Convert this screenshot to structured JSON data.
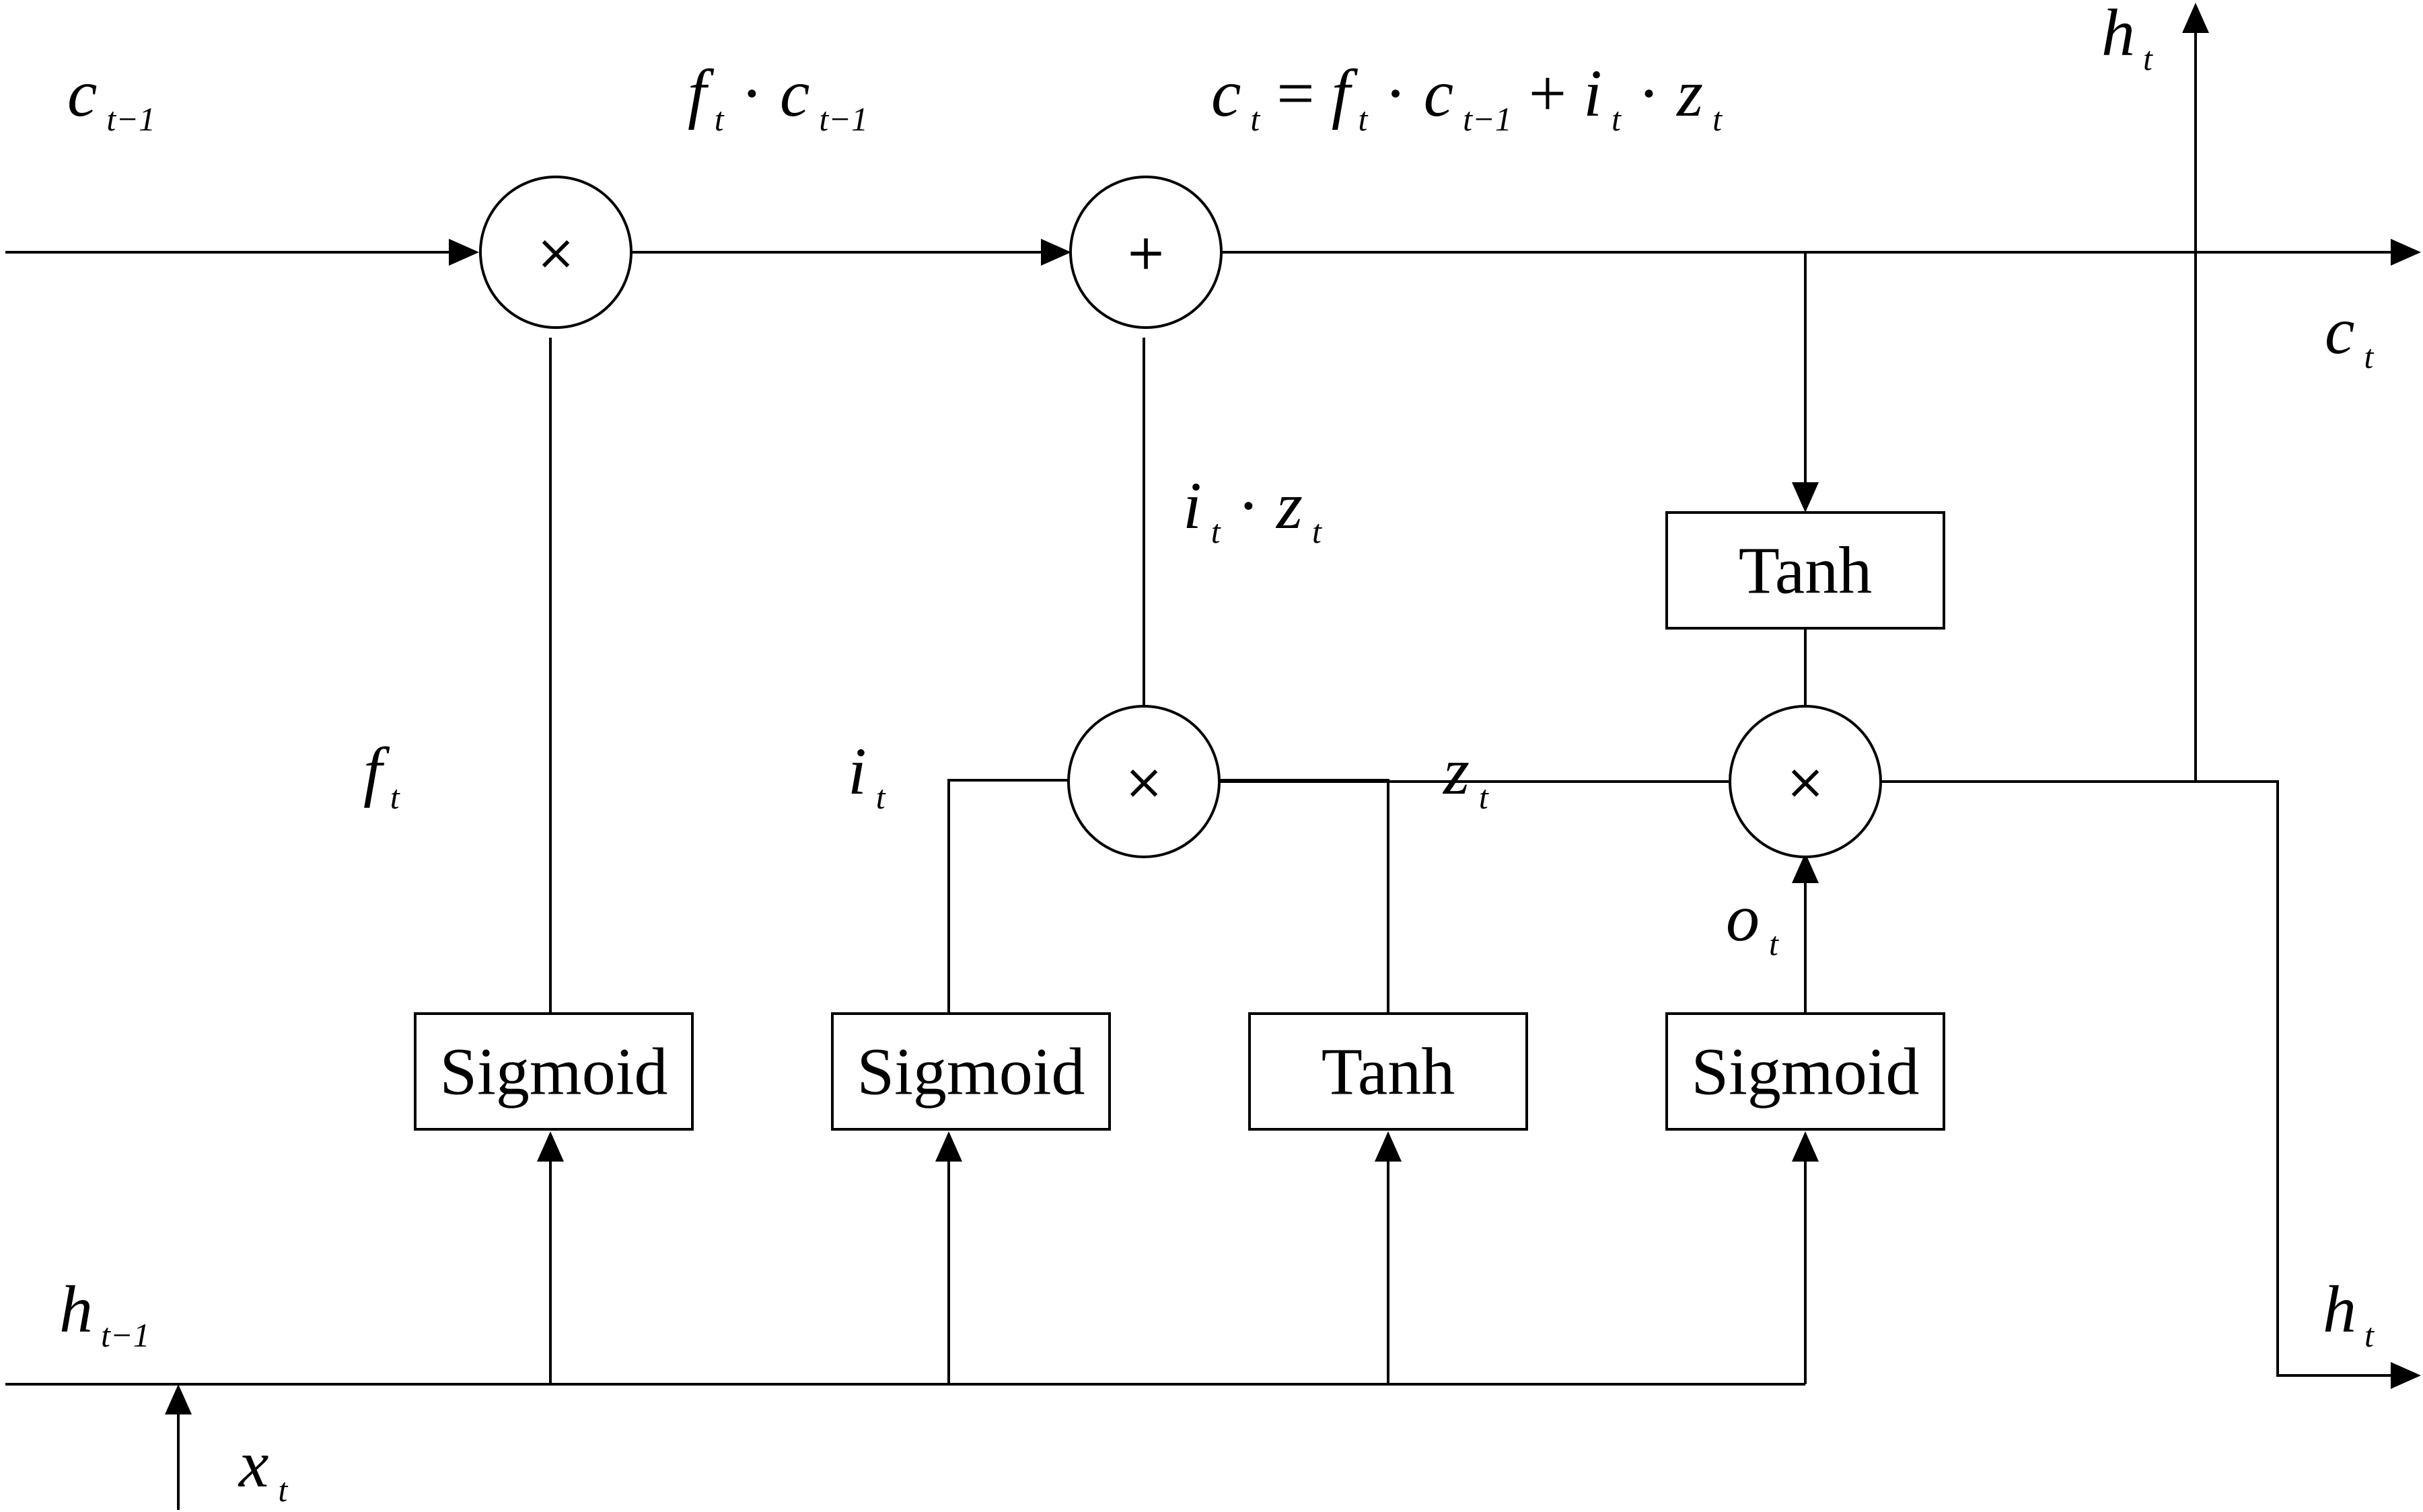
{
  "operators": {
    "forget_multiply": "×",
    "cell_add": "+",
    "input_multiply": "×",
    "output_multiply": "×"
  },
  "boxes": {
    "forget_gate": "Sigmoid",
    "input_gate": "Sigmoid",
    "candidate": "Tanh",
    "output_gate": "Sigmoid",
    "cell_tanh": "Tanh"
  },
  "labels": {
    "c_prev": {
      "main": "c",
      "sub": "t−1"
    },
    "forget_product": {
      "f": "f",
      "f_sub": "t",
      "dot": " · ",
      "c": "c",
      "c_sub": "t−1"
    },
    "cell_update": {
      "c": "c",
      "c_sub": "t",
      "eq": " = ",
      "f": "f",
      "f_sub": "t",
      "dot1": " · ",
      "cprev": "c",
      "cprev_sub": "t−1",
      "plus": " + ",
      "i": "i",
      "i_sub": "t",
      "dot2": " · ",
      "z": "z",
      "z_sub": "t"
    },
    "h_out_top": {
      "main": "h",
      "sub": "t"
    },
    "c_out": {
      "main": "c",
      "sub": "t"
    },
    "input_product": {
      "i": "i",
      "i_sub": "t",
      "dot": " · ",
      "z": "z",
      "z_sub": "t"
    },
    "f_t": {
      "main": "f",
      "sub": "t"
    },
    "i_t": {
      "main": "i",
      "sub": "t"
    },
    "z_t": {
      "main": "z",
      "sub": "t"
    },
    "o_t": {
      "main": "o",
      "sub": "t"
    },
    "h_prev": {
      "main": "h",
      "sub": "t−1"
    },
    "h_out_right": {
      "main": "h",
      "sub": "t"
    },
    "x_t": {
      "main": "x",
      "sub": "t"
    }
  }
}
